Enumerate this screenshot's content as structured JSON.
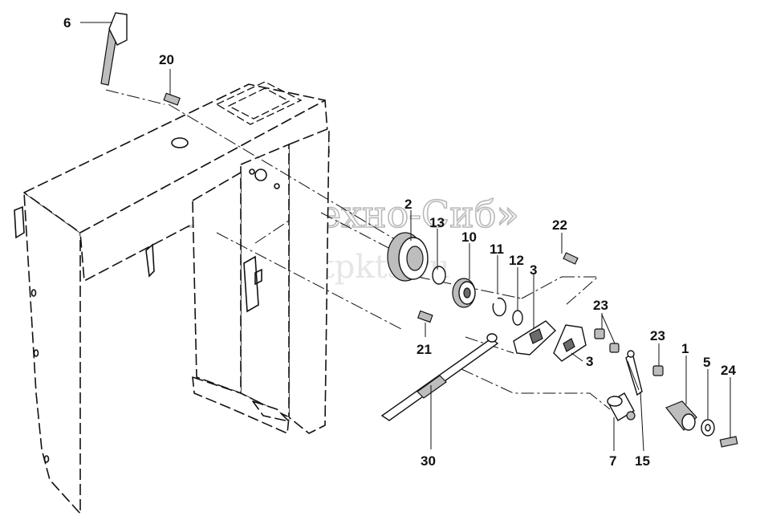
{
  "watermark": {
    "title": "ТПК «Техно-Сиб»",
    "url": "www.tpkts.ru"
  },
  "callouts": [
    {
      "id": "6",
      "label": "6"
    },
    {
      "id": "20",
      "label": "20"
    },
    {
      "id": "2",
      "label": "2"
    },
    {
      "id": "13",
      "label": "13"
    },
    {
      "id": "10",
      "label": "10"
    },
    {
      "id": "11",
      "label": "11"
    },
    {
      "id": "12",
      "label": "12"
    },
    {
      "id": "3a",
      "label": "3"
    },
    {
      "id": "3b",
      "label": "3"
    },
    {
      "id": "22",
      "label": "22"
    },
    {
      "id": "23a",
      "label": "23"
    },
    {
      "id": "23b",
      "label": "23"
    },
    {
      "id": "1",
      "label": "1"
    },
    {
      "id": "5",
      "label": "5"
    },
    {
      "id": "24",
      "label": "24"
    },
    {
      "id": "21",
      "label": "21"
    },
    {
      "id": "30",
      "label": "30"
    },
    {
      "id": "7",
      "label": "7"
    },
    {
      "id": "15",
      "label": "15"
    }
  ]
}
